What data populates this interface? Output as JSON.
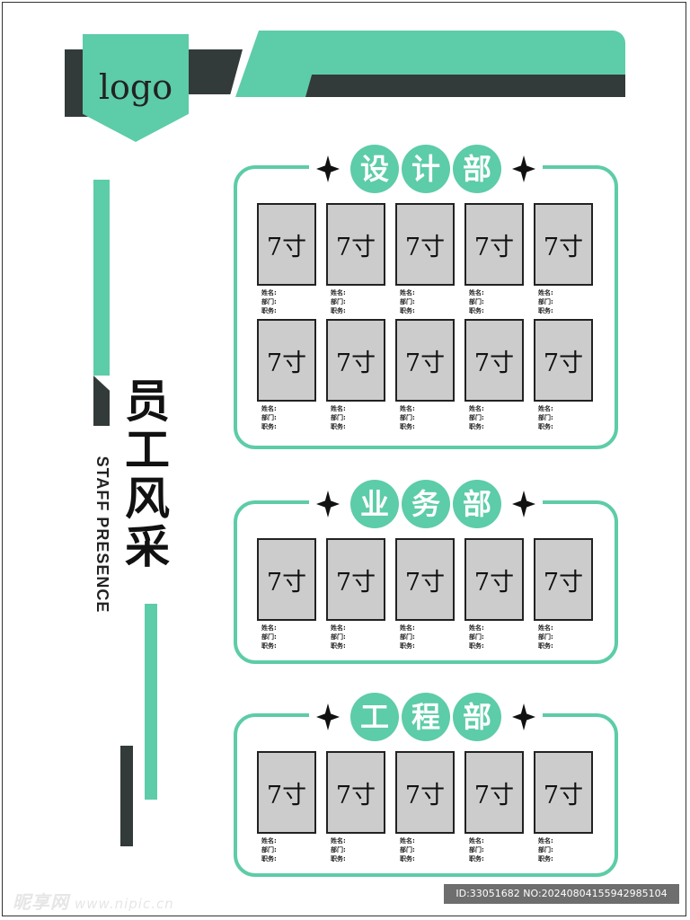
{
  "logo_text": "logo",
  "title": {
    "chars": [
      "员",
      "工",
      "风",
      "采"
    ],
    "english": "STAFF PRESENCE"
  },
  "photo_label": "7寸",
  "info_fields": [
    "姓名:",
    "部门:",
    "职务:"
  ],
  "departments": [
    {
      "chars": [
        "设",
        "计",
        "部"
      ],
      "photo_rows": 2
    },
    {
      "chars": [
        "业",
        "务",
        "部"
      ],
      "photo_rows": 1
    },
    {
      "chars": [
        "工",
        "程",
        "部"
      ],
      "photo_rows": 1
    }
  ],
  "watermark": {
    "site": "昵享网",
    "url": "www.nipic.cn"
  },
  "id_text": "ID:33051682 NO:20240804155942985104",
  "colors": {
    "accent": "#5dcca8",
    "dark": "#333a3a",
    "photo_fill": "#cccccc"
  }
}
